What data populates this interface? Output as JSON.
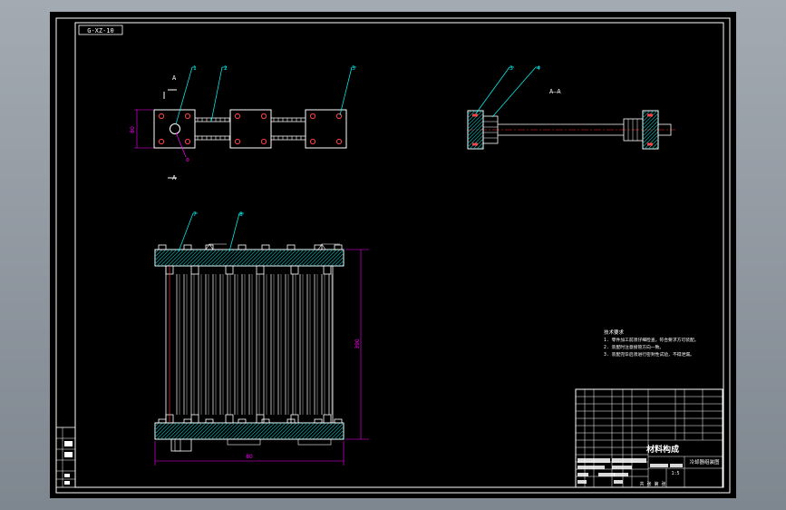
{
  "drawing": {
    "number_box": "G-XZ-10",
    "section_label": "A—A",
    "cut_label_top": "A",
    "cut_label_bottom": "A",
    "top_view_callouts": [
      "1",
      "2",
      "3"
    ],
    "side_view_callouts": [
      "3",
      "4"
    ],
    "front_view_callouts": [
      "7",
      "8"
    ],
    "hole_callout": "Φ",
    "dim_width": "80",
    "dim_height": "390",
    "dim_top_left": "80",
    "front_tube_count": 22
  },
  "notes": {
    "title": "技术要求",
    "lines": [
      "1. 零件加工前须仔细检查，符合要求方可装配。",
      "2. 装配时注意接管方向一致。",
      "3. 装配完毕后须进行密封性试验，不得泄漏。"
    ]
  },
  "title_block": {
    "title": "材料构成",
    "drawing_name": "冷却器组装图",
    "scale": "1:5",
    "sheet": "共 张 第 张"
  },
  "colors": {
    "sheet": "#000000",
    "frame": "#ffffff",
    "callout": "#00ffff",
    "dimension": "#ff00ff",
    "plate": "#ffffff",
    "hatch": "#00b3b3",
    "bolt": "#ff4040",
    "centerline": "#ff2020"
  }
}
